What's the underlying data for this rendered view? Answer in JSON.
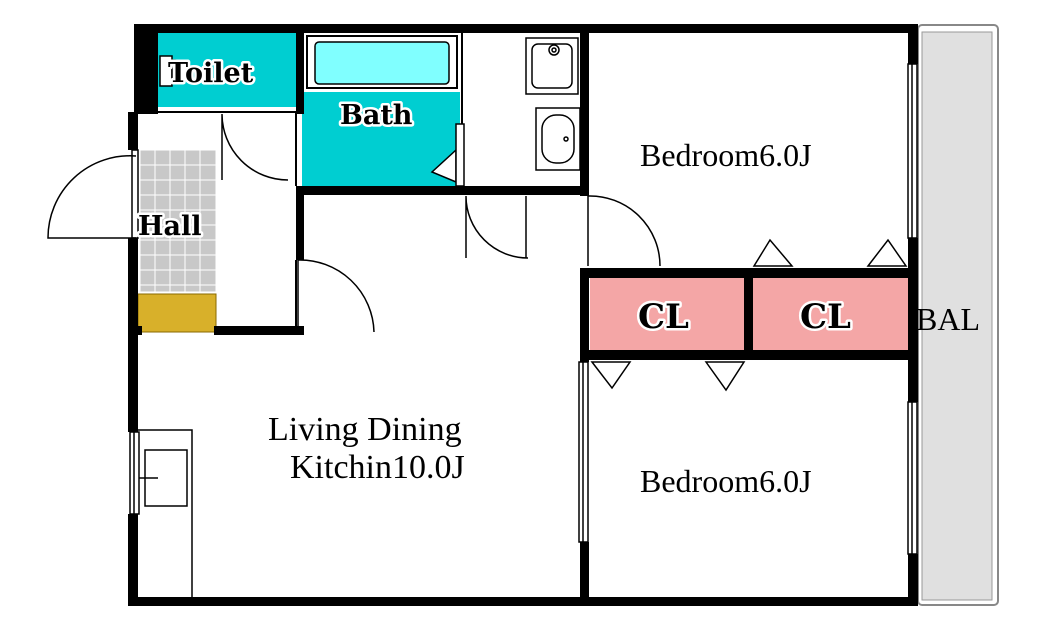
{
  "rooms": {
    "toilet": "Toilet",
    "bath": "Bath",
    "hall": "Hall",
    "bedroom_upper": "Bedroom6.0J",
    "bedroom_lower": "Bedroom6.0J",
    "closet_left": "CL",
    "closet_right": "CL",
    "balcony": "BAL",
    "living_line1": "Living Dining",
    "living_line2": "Kitchin10.0J"
  },
  "colors": {
    "wall": "#000000",
    "toilet_bath": "#00ced1",
    "bathtub": "#80ffff",
    "closet": "#f4a6a6",
    "shoe_box": "#d8b02a",
    "hall_tile": "#c8c8c8",
    "balcony": "#e0e0e0"
  }
}
